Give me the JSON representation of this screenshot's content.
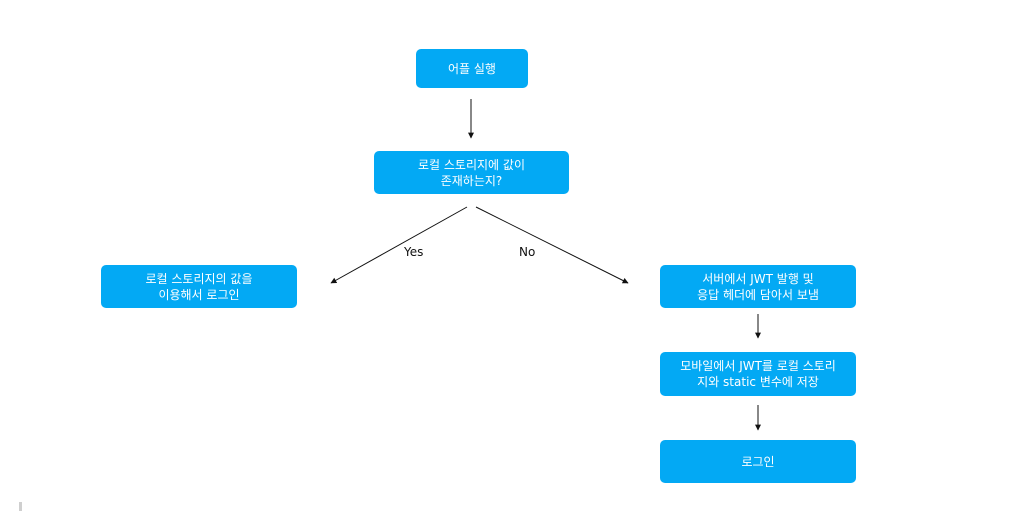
{
  "diagram": {
    "nodes": {
      "start": "어플 실행",
      "check": "로컬 스토리지에 값이\n존재하는지?",
      "yes_login": "로컬 스토리지의 값을\n이용해서 로그인",
      "issue_jwt": "서버에서 JWT 발행 및\n응답 헤더에 담아서 보냄",
      "store_jwt": "모바일에서 JWT를 로컬 스토리\n지와 static 변수에 저장",
      "login": "로그인"
    },
    "edge_labels": {
      "yes": "Yes",
      "no": "No"
    },
    "colors": {
      "node_fill": "#03a9f4",
      "node_text": "#ffffff",
      "edge": "#111111"
    }
  }
}
